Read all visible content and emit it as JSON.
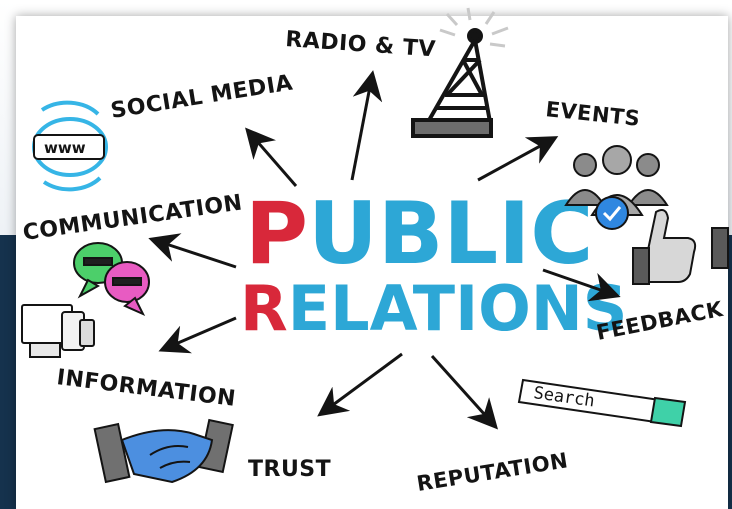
{
  "title": {
    "line1": [
      "P",
      "UBLIC"
    ],
    "line2": [
      "R",
      "ELATIONS"
    ]
  },
  "labels": {
    "radio_tv": "RADIO & TV",
    "social_media": "SOCIAL MEDIA",
    "events": "EVENTS",
    "communication": "COMMUNICATION",
    "feedback": "FEEDBACK",
    "information": "INFORMATION",
    "trust": "TRUST",
    "reputation": "REPUTATION"
  },
  "search_text": "Search",
  "www_text": "www",
  "colors": {
    "accent_red": "#d8283a",
    "accent_blue": "#2da7d6",
    "ink": "#141414",
    "bg_dark": "#15324d",
    "bubble_green": "#4ccf6a",
    "bubble_pink": "#e85bc2",
    "globe_blue": "#36b5e6",
    "check_blue": "#2f87e0",
    "search_teal": "#3fd1a8"
  }
}
